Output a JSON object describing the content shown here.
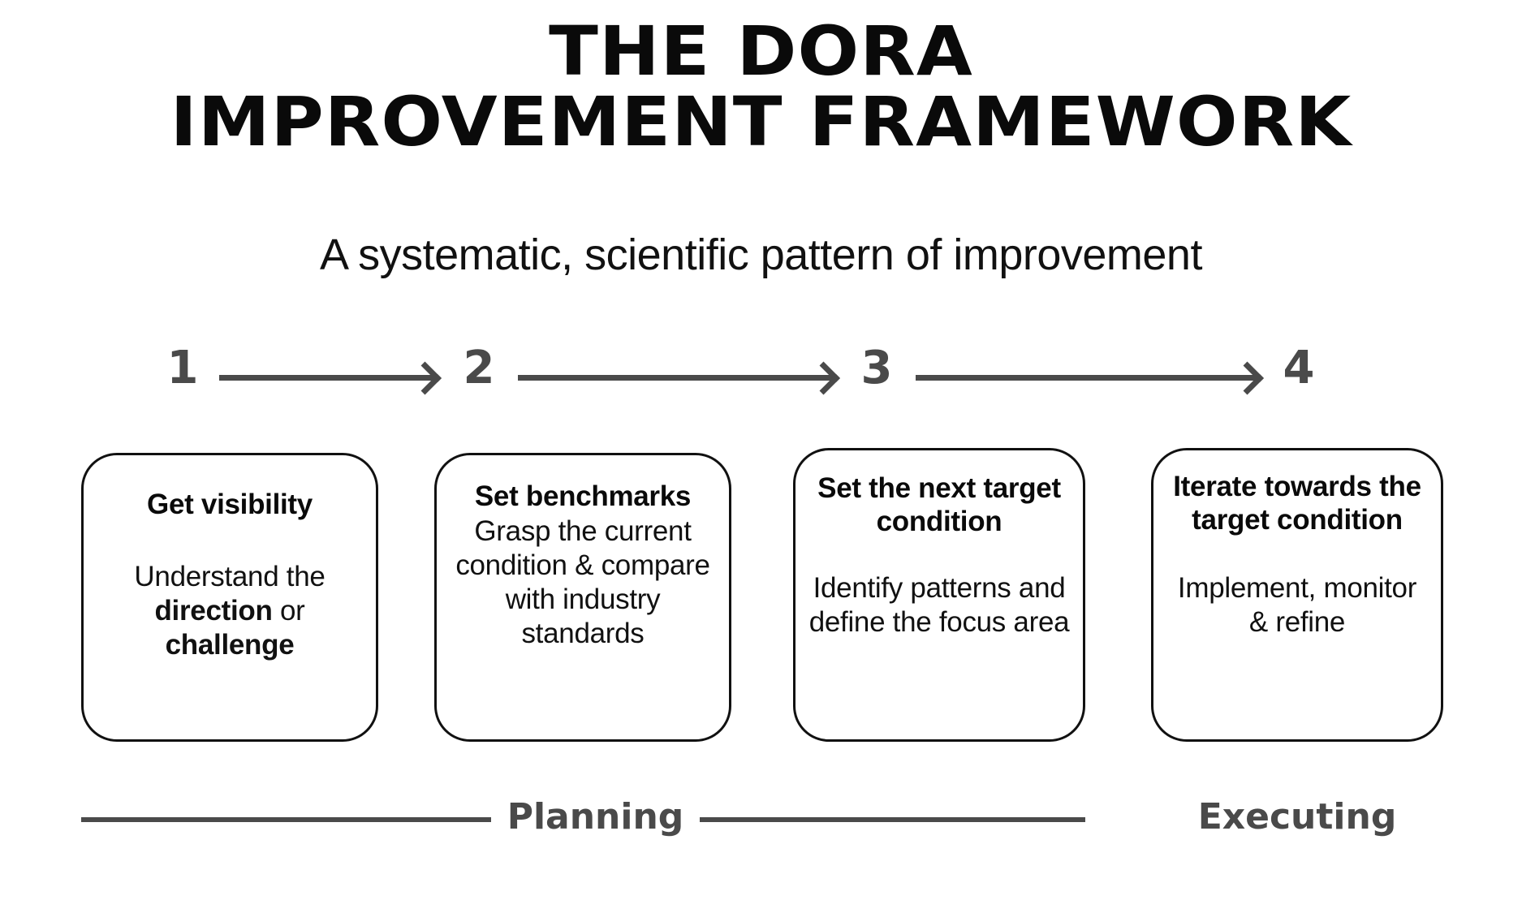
{
  "header": {
    "title_line_1": "THE DORA",
    "title_line_2": "IMPROVEMENT FRAMEWORK",
    "subtitle": "A systematic, scientific pattern of improvement"
  },
  "steps": [
    {
      "number": "1"
    },
    {
      "number": "2"
    },
    {
      "number": "3"
    },
    {
      "number": "4"
    }
  ],
  "cards": [
    {
      "heading": "Get visibility",
      "body_prefix": "Understand the ",
      "body_bold_1": "direction",
      "body_middle": " or ",
      "body_bold_2": "challenge"
    },
    {
      "heading": "Set benchmarks",
      "body": "Grasp the current condition & compare with industry standards"
    },
    {
      "heading": "Set the next target condition",
      "body": "Identify patterns and define the focus area"
    },
    {
      "heading": "Iterate towards the target condition",
      "body": "Implement, monitor & refine"
    }
  ],
  "phases": {
    "planning_label": "Planning",
    "executing_label": "Executing"
  },
  "colors": {
    "accent_gray": "#4a4a4a",
    "text_black": "#0a0a0a",
    "background": "#ffffff"
  }
}
